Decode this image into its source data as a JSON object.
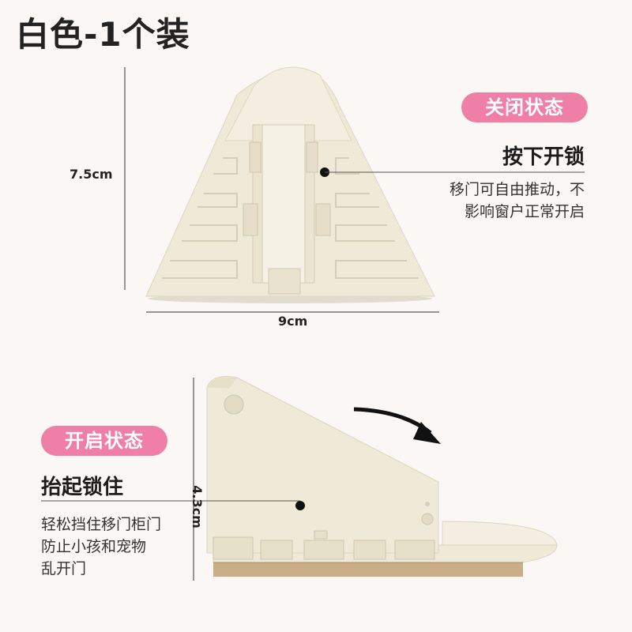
{
  "title": "白色-1个装",
  "closed_state": {
    "badge": "关闭状态",
    "heading": "按下开锁",
    "desc_line1": "移门可自由推动，不",
    "desc_line2": "影响窗户正常开启"
  },
  "open_state": {
    "badge": "开启状态",
    "heading": "抬起锁住",
    "desc_line1": "轻松挡住移门柜门",
    "desc_line2": "防止小孩和宠物",
    "desc_line3": "乱开门"
  },
  "dimensions": {
    "height_top": "7.5cm",
    "width": "9cm",
    "height_bottom": "4.3cm"
  },
  "colors": {
    "badge": "#f07fa8",
    "product": "#efe9d8",
    "background": "#fbf7f4"
  }
}
